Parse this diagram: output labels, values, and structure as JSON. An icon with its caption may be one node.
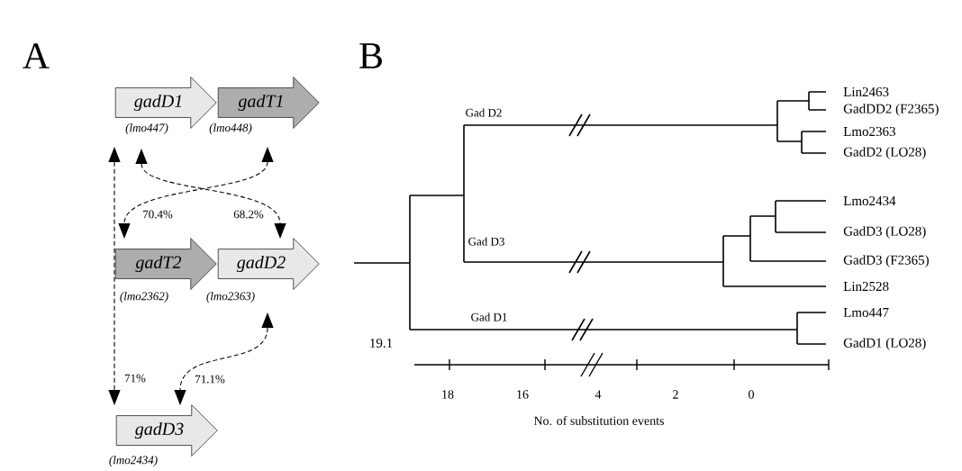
{
  "diagram": {
    "nodes": [
      {
        "text": [
          "gadD1"
        ],
        "beside": [
          "(lmo447)"
        ]
      },
      {
        "text": [
          "gadT1"
        ],
        "beside": [
          "(lmo448)"
        ]
      },
      {
        "text": [
          "gadT2"
        ],
        "beside": [
          "(lmo2362)"
        ]
      },
      {
        "text": [
          "gadD2"
        ],
        "beside": [
          "(lmo2363)"
        ]
      },
      {
        "text": [
          "gadD3"
        ],
        "beside": [
          "(lmo2434)"
        ]
      }
    ],
    "edges": [
      {
        "from": 0,
        "to": 4,
        "arrow": "both",
        "style": "dashed",
        "label": "71%"
      },
      {
        "from": 1,
        "to": 2,
        "arrow": "both",
        "style": "dashed",
        "label": "70.4%"
      },
      {
        "from": 0,
        "to": 3,
        "arrow": "both",
        "style": "dashed",
        "label": "68.2%"
      },
      {
        "from": 3,
        "to": 4,
        "arrow": "both",
        "style": "dashed",
        "label": "71.1%"
      }
    ],
    "labels": [
      "A",
      "B",
      "Gad D2",
      "Lin2463",
      "GadDD2 (F2365)",
      "Lmo2363",
      "GadD2 (LO28)",
      "Lmo2434",
      "GadD3 (LO28)",
      "Gad D3",
      "GadD3 (F2365)",
      "Lin2528",
      "Gad D1",
      "Lmo447",
      "19.1",
      "GadD1 (LO28)",
      "18",
      "16",
      "4",
      "2",
      "0",
      "No. of substitution events"
    ]
  }
}
